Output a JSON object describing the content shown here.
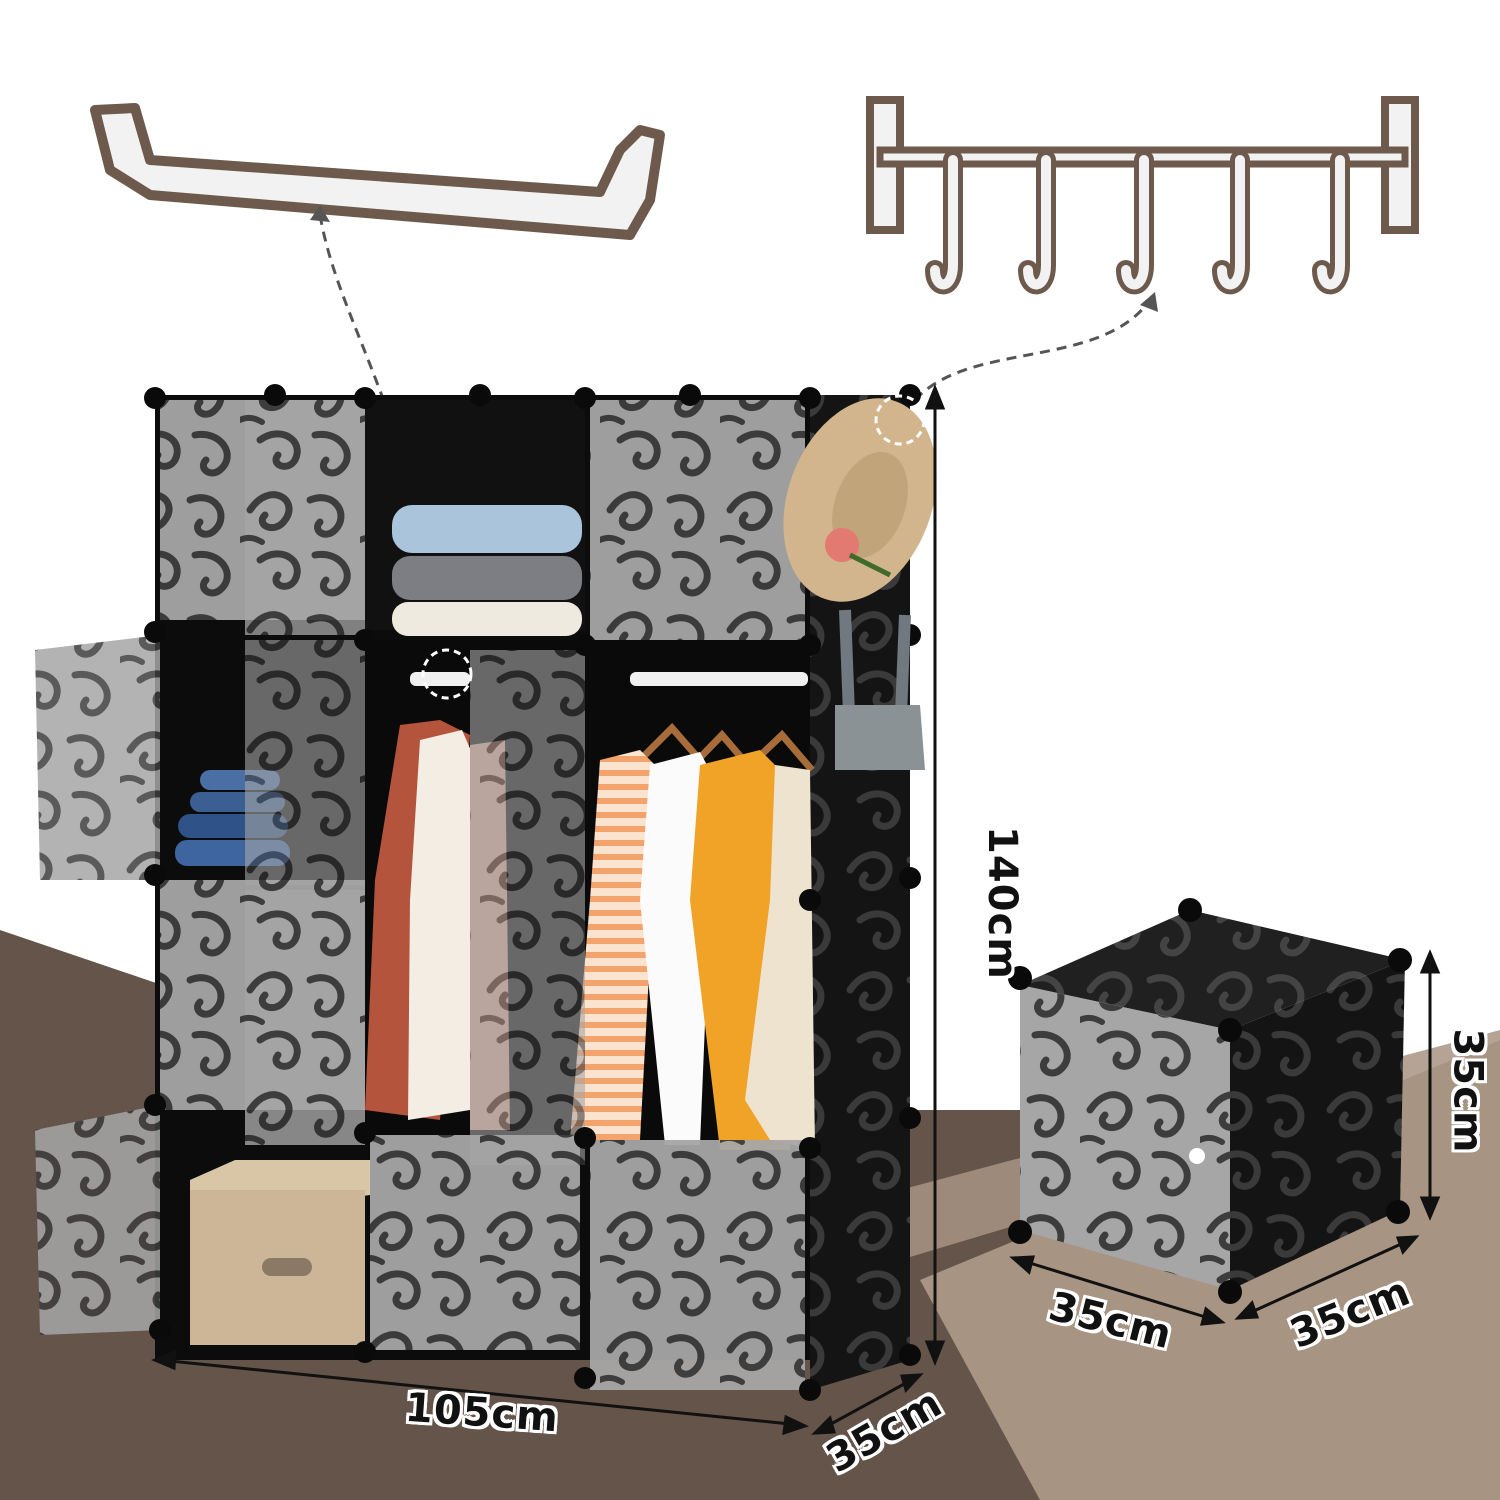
{
  "labels": {
    "width": "105cm",
    "depth": "35cm",
    "height": "140cm",
    "cube_height": "35cm",
    "cube_width": "35cm",
    "cube_depth": "35cm"
  },
  "colors": {
    "floor_dark": "#65544a",
    "floor_light": "#a89482",
    "frame_black": "#111111",
    "door_grey": "#a3a3a3",
    "swirl": "#3a3a3a",
    "accessory_white": "#f2f2f2",
    "accessory_outline": "#6e5a4c",
    "hat": "#d2b58c",
    "shirt_orange": "#f0a326",
    "shirt_rust": "#b5543c",
    "box_linen": "#cdb697",
    "denim": "#3b5f93"
  },
  "icons": {
    "hanging_rod": "rod-accessory-icon",
    "hook_rack": "hook-rack-icon"
  }
}
